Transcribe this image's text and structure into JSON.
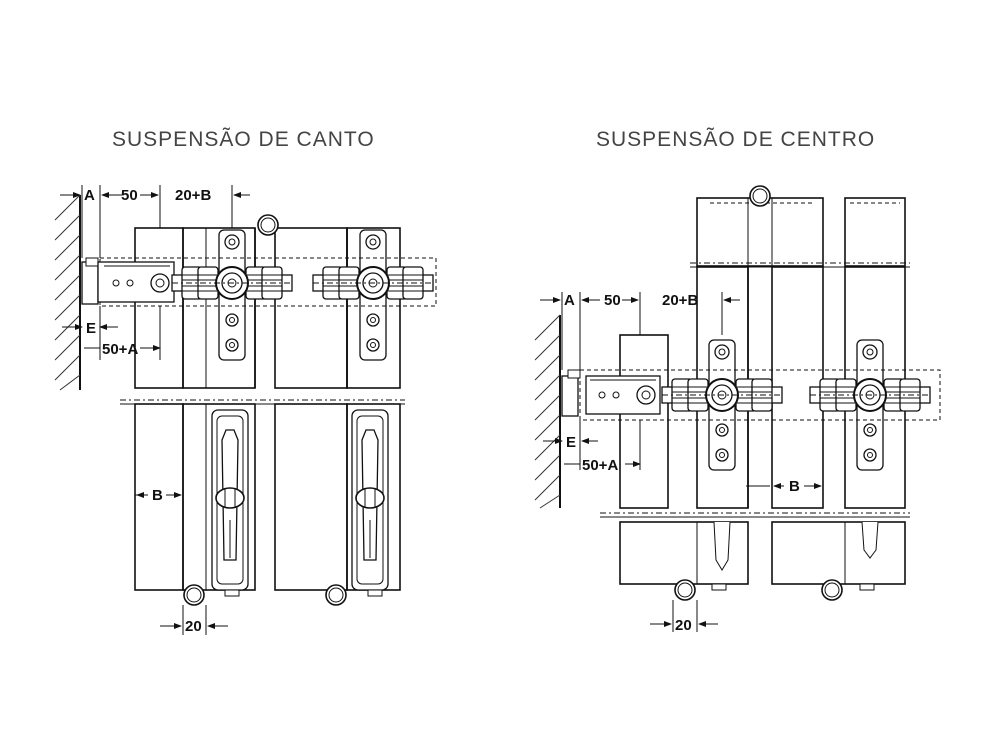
{
  "titles": {
    "left": "SUSPENSÃO DE CANTO",
    "right": "SUSPENSÃO DE CENTRO"
  },
  "left_diagram": {
    "dim_a": "A",
    "dim_50": "50",
    "dim_20b": "20+B",
    "dim_e": "E",
    "dim_50a": "50+A",
    "dim_b": "B",
    "dim_20": "20"
  },
  "right_diagram": {
    "dim_a": "A",
    "dim_50": "50",
    "dim_20b": "20+B",
    "dim_e": "E",
    "dim_50a": "50+A",
    "dim_b": "B",
    "dim_20": "20"
  }
}
